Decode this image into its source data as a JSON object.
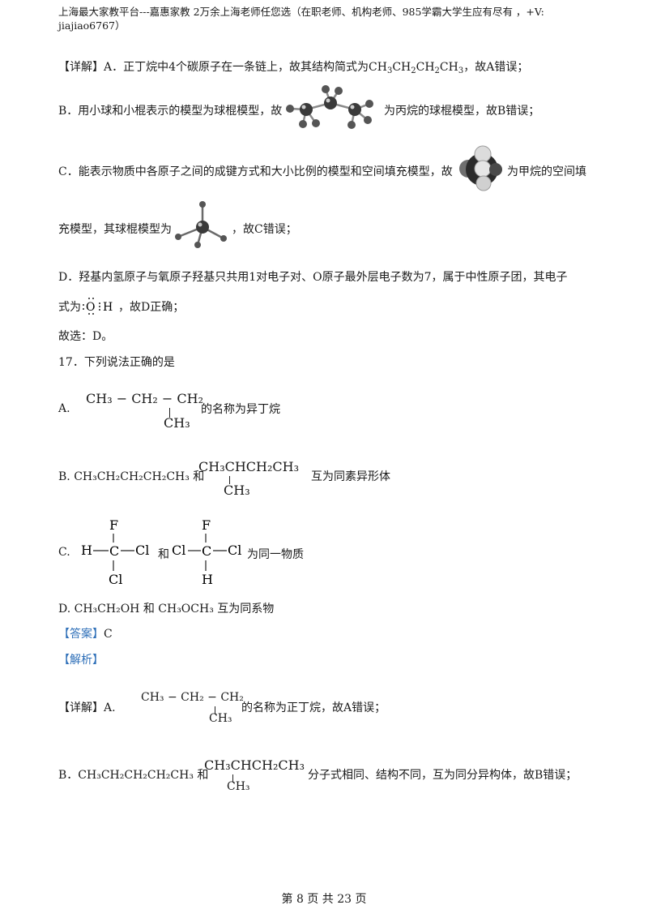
{
  "header": {
    "line1": "上海最大家教平台---嘉惠家教    2万余上海老师任您选（在职老师、机构老师、985学霸大学生应有尽有  ，+V:",
    "line2": "jiajiao6767）"
  },
  "detail_a": {
    "prefix": "【详解】",
    "text1": "A．正丁烷中4个碳原子在一条链上，故其结构简式为CH",
    "s1": "3",
    "t2": "CH",
    "s2": "2",
    "t3": "CH",
    "s3": "2",
    "t4": "CH",
    "s4": "3",
    "text2": "，故A错误；"
  },
  "detail_b": {
    "text1": "B．用小球和小棍表示的模型为球棍模型，故",
    "text2": "为丙烷的球棍模型，故B错误；"
  },
  "detail_c": {
    "text1": "C．能表示物质中各原子之间的成键方式和大小比例的模型和空间填充模型，故",
    "text2": "为甲烷的空间填",
    "text3": "充模型，其球棍模型为",
    "text4": "，故C错误；"
  },
  "detail_d": {
    "text1": "D．羟基内氢原子与氧原子羟基只共用1对电子对、O原子最外层电子数为7，属于中性原子团，其电子",
    "text2": "式为",
    "o": "O",
    "h": "H",
    "text3": "，故D正确；"
  },
  "conclusion": "故选：D。",
  "question": {
    "stem": "17．下列说法正确的是",
    "a_label": "A.",
    "a_main": "CH₃ − CH₂ − CH₂",
    "a_branch": "CH₃",
    "a_tail": "的名称为异丁烷",
    "b_label": "B. CH₃CH₂CH₂CH₂CH₃ 和",
    "b_main": "CH₃CHCH₂CH₃",
    "b_branch": "CH₃",
    "b_tail": "互为同素异形体",
    "c_label": "C.",
    "c1": {
      "top": "F",
      "left": "H",
      "center": "C",
      "right": "Cl",
      "bottom": "Cl"
    },
    "c_and": "和",
    "c2": {
      "top": "F",
      "left": "Cl",
      "center": "C",
      "right": "Cl",
      "bottom": "H"
    },
    "c_tail": "为同一物质",
    "d_text": "D. CH₃CH₂OH 和 CH₃OCH₃ 互为同系物"
  },
  "answer": {
    "label": "【答案】",
    "value": "C"
  },
  "analysis": {
    "label": "【解析】",
    "a_prefix": "【详解】A.",
    "a_main": "CH₃ − CH₂ − CH₂",
    "a_branch": "CH₃",
    "a_tail": "的名称为正丁烷，故A错误；",
    "b_prefix": "B．CH₃CH₂CH₂CH₂CH₃ 和",
    "b_main": "CH₃CHCH₂CH₃",
    "b_branch": "CH₃",
    "b_tail": "分子式相同、结构不同，互为同分异构体，故B错误；"
  },
  "footer": {
    "text": "第 8 页 共 23 页"
  },
  "colors": {
    "text": "#1a1a1a",
    "blue_label": "#2e6fb8",
    "atom": "#4a4a4a"
  }
}
